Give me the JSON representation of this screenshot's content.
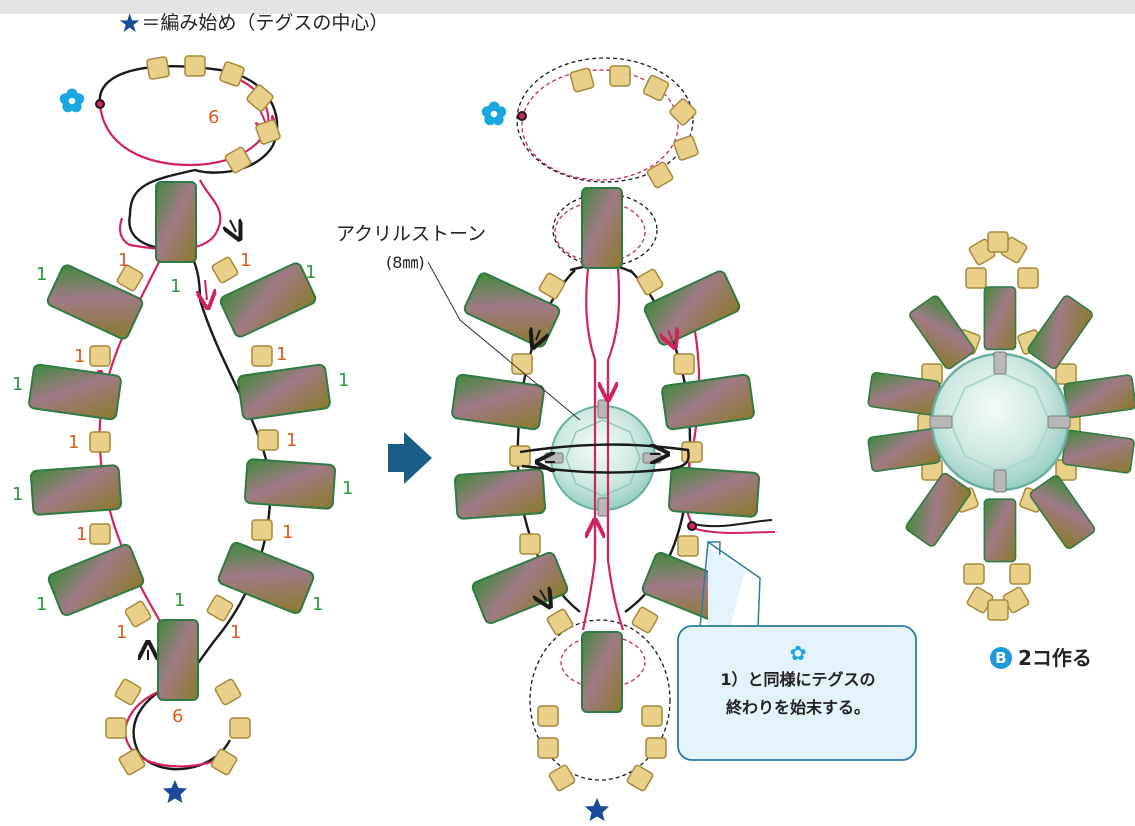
{
  "legend": {
    "star_glyph": "★",
    "text": "＝編み始め（テグスの中心）"
  },
  "labels": {
    "count_six": "6",
    "count_one": "1",
    "stone_name": "アクリルストーン",
    "stone_size": "(8㎜)"
  },
  "callout": {
    "flower_glyph": "✿",
    "line1": "1）と同様にテグスの",
    "line2": "終わりを始末する。"
  },
  "b_label": {
    "badge": "B",
    "text": "2コ作る"
  },
  "colors": {
    "bugle_green": "#2f8a4c",
    "bugle_pink": "#b07a8a",
    "seed_bead": "#e8d08a",
    "thread_red": "#d0245a",
    "thread_black": "#1a1a1a",
    "count_orange": "#e05a1a",
    "count_green": "#2a9a3a",
    "star_blue": "#1a4a9c",
    "flower_blue": "#1aa7e0",
    "arrow_blue": "#1a5f8a",
    "callout_fill": "#e4f2fb",
    "callout_border": "#2a7aa8"
  },
  "icons": {
    "start_marker": "star-icon",
    "end_marker": "flower-icon",
    "next_step": "arrow-right-icon",
    "stone": "rhinestone-icon"
  }
}
